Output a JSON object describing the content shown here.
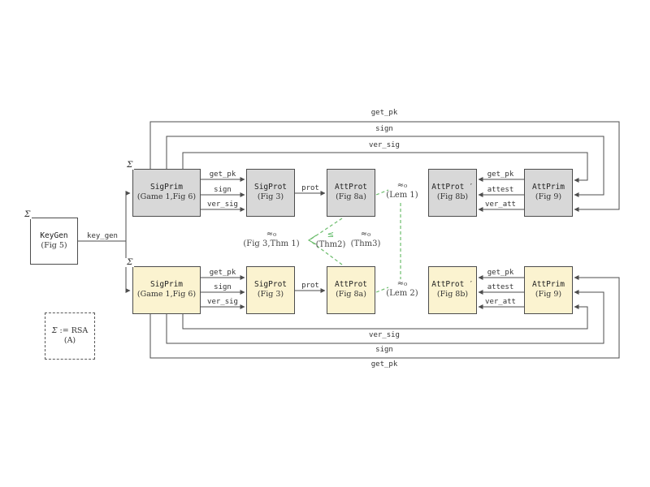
{
  "diagram": {
    "sigma": "Σ",
    "boxes": {
      "keygen": {
        "title": "KeyGen",
        "subtitle": "(Fig 5)"
      },
      "rsa_note": {
        "sigma": "Σ",
        "rest": ":= RSA",
        "line2": "(A)"
      },
      "top": {
        "sigprim": {
          "title": "SigPrim",
          "subtitle": "(Game 1,Fig 6)"
        },
        "sigprot": {
          "title": "SigProt",
          "subtitle": "(Fig 3)"
        },
        "attprot": {
          "title": "AttProt",
          "subtitle": "(Fig 8a)"
        },
        "attprot_prime": {
          "title": "AttProt ′",
          "subtitle": "(Fig 8b)"
        },
        "attprim": {
          "title": "AttPrim",
          "subtitle": "(Fig 9)"
        }
      },
      "bottom": {
        "sigprim": {
          "title": "SigPrim",
          "subtitle": "(Game 1,Fig 6)"
        },
        "sigprot": {
          "title": "SigProt",
          "subtitle": "(Fig 3)"
        },
        "attprot": {
          "title": "AttProt",
          "subtitle": "(Fig 8a)"
        },
        "attprot_prime": {
          "title": "AttProt ′",
          "subtitle": "(Fig 8b)"
        },
        "attprim": {
          "title": "AttPrim",
          "subtitle": "(Fig 9)"
        }
      }
    },
    "edges": {
      "key_gen": "key_gen",
      "get_pk": "get_pk",
      "sign": "sign",
      "ver_sig": "ver_sig",
      "prot": "prot",
      "attest": "attest",
      "ver_att": "ver_att"
    },
    "annotations": {
      "lem1": {
        "rel": "≈₀",
        "ref": "(Lem 1)"
      },
      "lem2": {
        "rel": "≈₀",
        "ref": "(Lem 2)"
      },
      "thm1": {
        "rel": "≈₀",
        "ref": "(Fig 3,Thm 1)"
      },
      "thm2": {
        "rel": "≤",
        "ref": "(Thm2)"
      },
      "thm3": {
        "rel": "≈₀",
        "ref": "(Thm3)"
      }
    },
    "colors": {
      "top_row_fill": "#d8d8d8",
      "bottom_row_fill": "#fbf3d0",
      "border": "#4d4d4d",
      "green": "#6dbd6d",
      "text": "#333333"
    }
  }
}
